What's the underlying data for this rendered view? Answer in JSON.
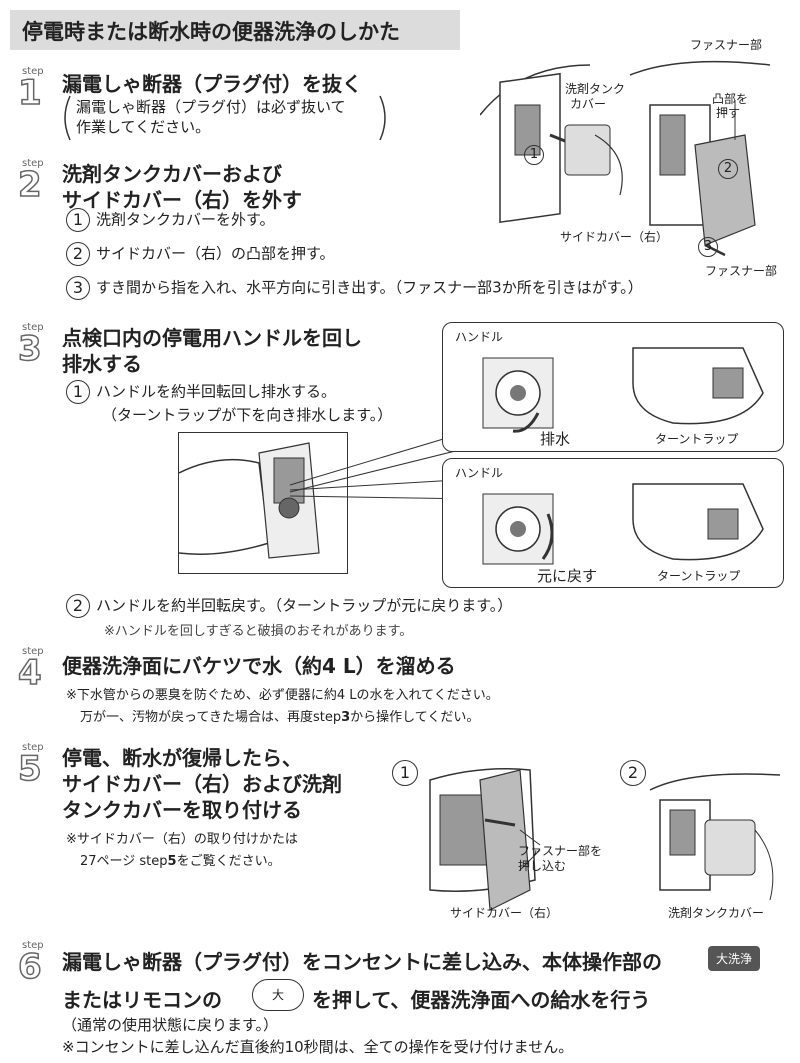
{
  "title": "停電時または断水時の便器洗浄のしかた",
  "step_label": "step",
  "step1": {
    "num": "1",
    "heading": "漏電しゃ断器（プラグ付）を抜く",
    "note_line1": "漏電しゃ断器（プラグ付）は必ず抜いて",
    "note_line2": "作業してください。"
  },
  "step2": {
    "num": "2",
    "heading_line1": "洗剤タンクカバーおよび",
    "heading_line2": "サイドカバー（右）を外す",
    "item1": {
      "n": "1",
      "text": "洗剤タンクカバーを外す。"
    },
    "item2": {
      "n": "2",
      "text": "サイドカバー（右）の凸部を押す。"
    },
    "item3": {
      "n": "3",
      "text": "すき間から指を入れ、水平方向に引き出す。（ファスナー部3か所を引きはがす。）"
    },
    "fig": {
      "fastener_top": "ファスナー部",
      "tank_cover_1": "洗剤タンク",
      "tank_cover_2": "カバー",
      "convex_1": "凸部を",
      "convex_2": "押す",
      "circle1": "1",
      "circle2": "2",
      "circle3": "3",
      "side_cover": "サイドカバー（右）",
      "fastener_bottom": "ファスナー部"
    }
  },
  "step3": {
    "num": "3",
    "heading_line1": "点検口内の停電用ハンドルを回し",
    "heading_line2": "排水する",
    "item1": {
      "n": "1",
      "text": "ハンドルを約半回転回し排水する。"
    },
    "item1_sub": "（ターントラップが下を向き排水します。）",
    "item2": {
      "n": "2",
      "text": "ハンドルを約半回転戻す。（ターントラップが元に戻ります。）"
    },
    "warning": "※ハンドルを回しすぎると破損のおそれがあります。",
    "fig": {
      "handle_a": "ハンドル",
      "drain": "排水",
      "turntrap_a": "ターントラップ",
      "handle_b": "ハンドル",
      "return": "元に戻す",
      "turntrap_b": "ターントラップ"
    }
  },
  "step4": {
    "num": "4",
    "heading": "便器洗浄面にバケツで水（約4 L）を溜める",
    "note_line1": "※下水管からの悪臭を防ぐため、必ず便器に約4 Lの水を入れてください。",
    "note_line2_a": "万が一、汚物が戻ってきた場合は、再度step",
    "note_line2_b": "3",
    "note_line2_c": "から操作してくだい。"
  },
  "step5": {
    "num": "5",
    "heading_line1": "停電、断水が復帰したら、",
    "heading_line2": "サイドカバー（右）および洗剤",
    "heading_line3": "タンクカバーを取り付ける",
    "note_line1": "※サイドカバー（右）の取り付けかたは",
    "note_line2_a": "27ページ step",
    "note_line2_b": "5",
    "note_line2_c": "をご覧ください。",
    "fig": {
      "circle1": "1",
      "circle2": "2",
      "fastener_1": "ファスナー部を",
      "fastener_2": "押し込む",
      "side_cover": "サイドカバー（右）",
      "tank_cover": "洗剤タンクカバー"
    }
  },
  "step6": {
    "num": "6",
    "heading_a": "漏電しゃ断器（プラグ付）をコンセントに差し込み、本体操作部の",
    "button_big_flush": "大洗浄",
    "heading_b": "またはリモコンの",
    "remote_button": "大",
    "heading_c": "を押して、便器洗浄面への給水を行う",
    "note1": "（通常の使用状態に戻ります。）",
    "note2": "※コンセントに差し込んだ直後約10秒間は、全ての操作を受け付けません。"
  }
}
